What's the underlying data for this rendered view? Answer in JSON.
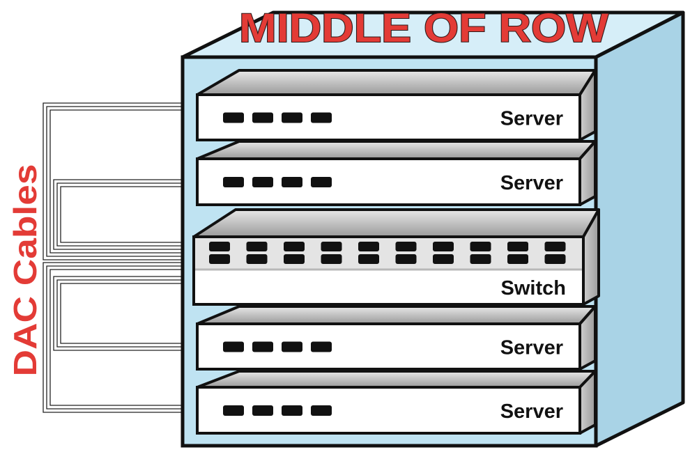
{
  "title": "MIDDLE OF ROW",
  "cable_label": "DAC Cables",
  "devices": [
    {
      "label": "Server",
      "type": "server",
      "ports": 4
    },
    {
      "label": "Server",
      "type": "server",
      "ports": 4
    },
    {
      "label": "Switch",
      "type": "switch",
      "ports": 10
    },
    {
      "label": "Server",
      "type": "server",
      "ports": 4
    },
    {
      "label": "Server",
      "type": "server",
      "ports": 4
    }
  ],
  "colors": {
    "title": "#e33b36",
    "title_stroke": "#2a1a1a",
    "cable_label": "#e33b36",
    "rack_front": "#bfe3f2",
    "rack_side": "#a9d3e6",
    "rack_top": "#d6eef8",
    "outline": "#111111"
  }
}
